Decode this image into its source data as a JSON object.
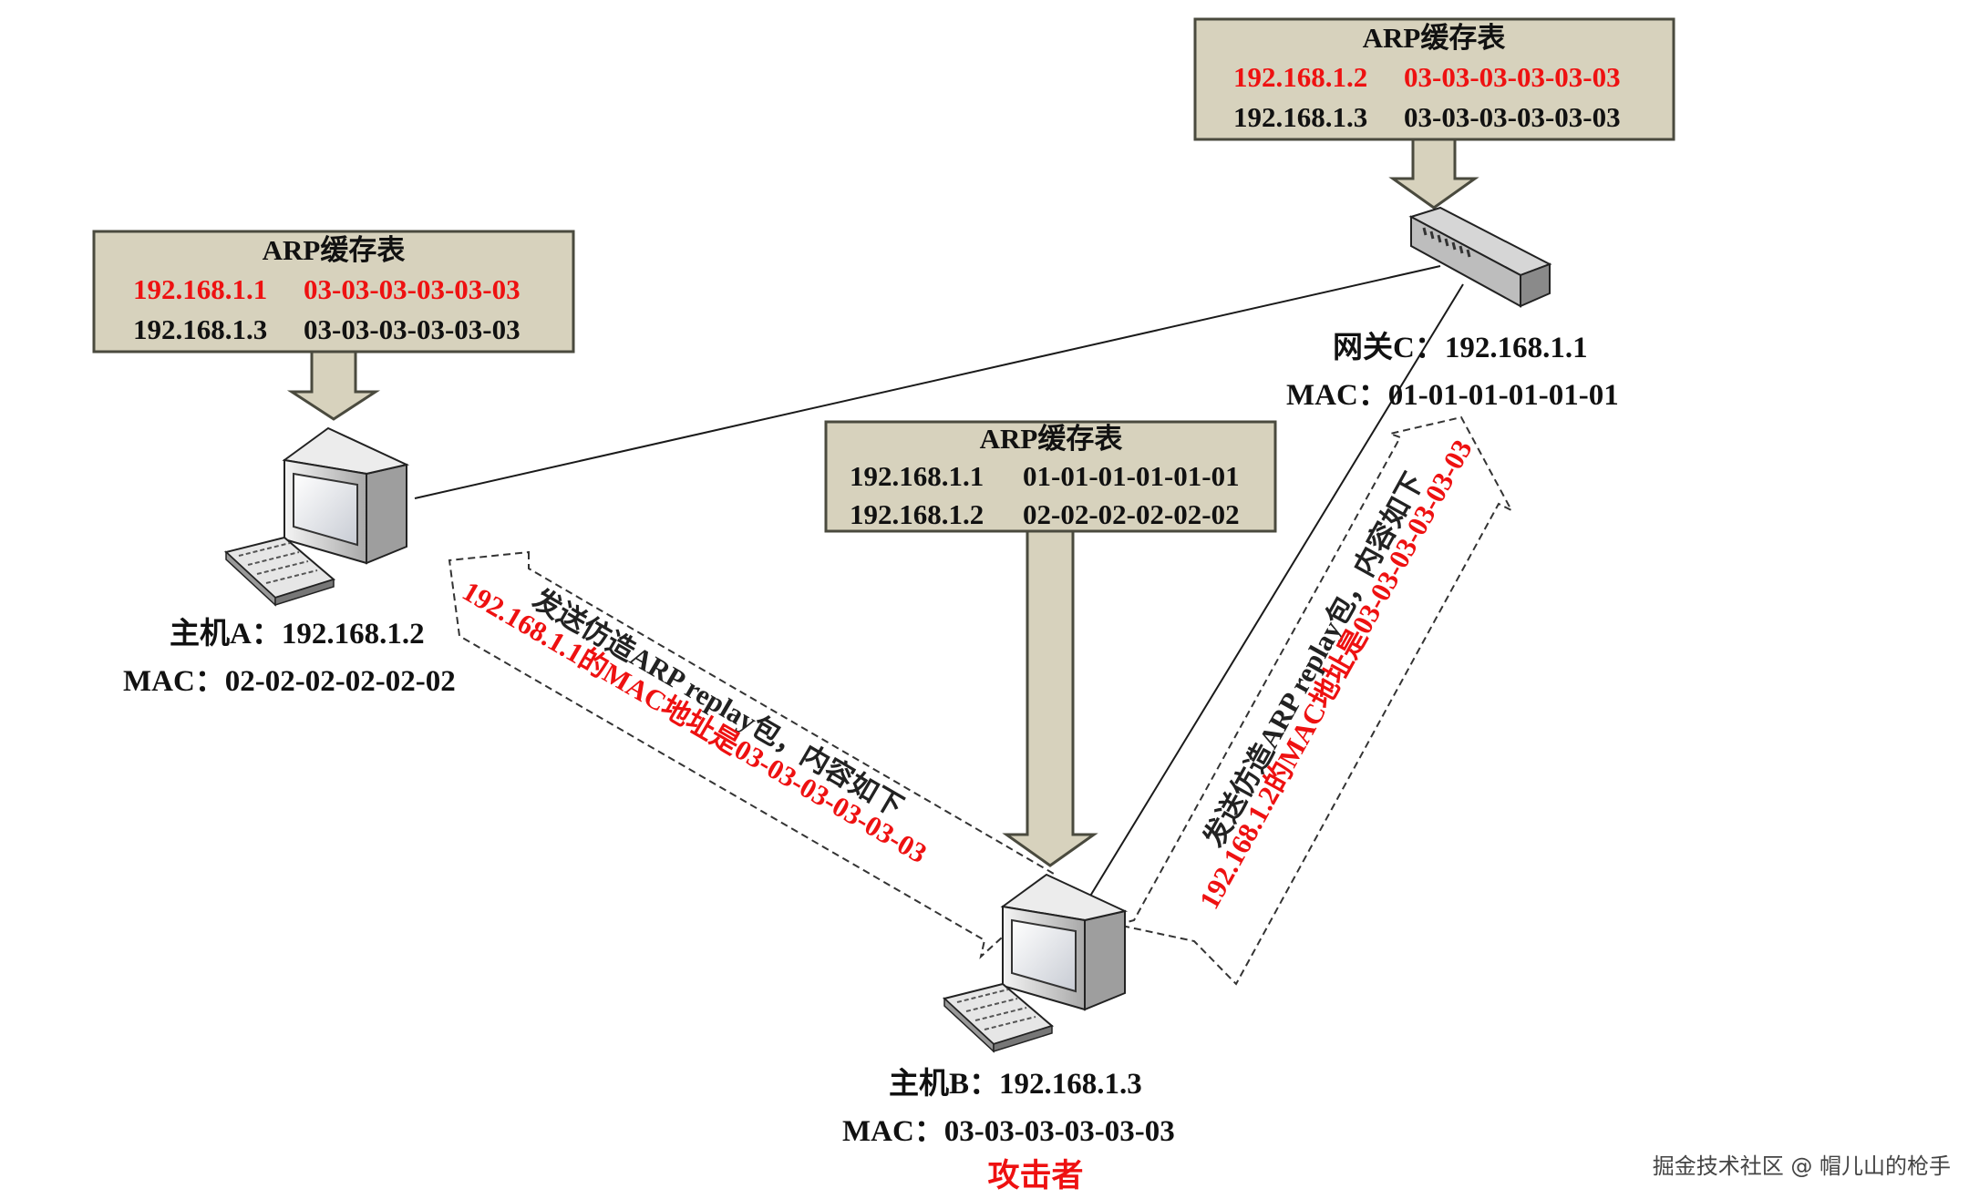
{
  "caches": {
    "host_a": {
      "title": "ARP缓存表",
      "rows": [
        {
          "ip": "192.168.1.1",
          "mac": "03-03-03-03-03-03",
          "highlight": true
        },
        {
          "ip": "192.168.1.3",
          "mac": "03-03-03-03-03-03",
          "highlight": false
        }
      ]
    },
    "gateway": {
      "title": "ARP缓存表",
      "rows": [
        {
          "ip": "192.168.1.2",
          "mac": "03-03-03-03-03-03",
          "highlight": true
        },
        {
          "ip": "192.168.1.3",
          "mac": "03-03-03-03-03-03",
          "highlight": false
        }
      ]
    },
    "host_b": {
      "title": "ARP缓存表",
      "rows": [
        {
          "ip": "192.168.1.1",
          "mac": "01-01-01-01-01-01",
          "highlight": false
        },
        {
          "ip": "192.168.1.2",
          "mac": "02-02-02-02-02-02",
          "highlight": false
        }
      ]
    }
  },
  "nodes": {
    "host_a": {
      "line1": "主机A：192.168.1.2",
      "line2": "MAC：02-02-02-02-02-02"
    },
    "gateway": {
      "line1": "网关C：192.168.1.1",
      "line2": "MAC：01-01-01-01-01-01"
    },
    "host_b": {
      "line1": "主机B：192.168.1.3",
      "line2": "MAC：03-03-03-03-03-03",
      "role": "攻击者"
    }
  },
  "spoof_packets": {
    "to_host_a": {
      "line1": "发送仿造ARP replay包，内容如下",
      "line2": "192.168.1.1的MAC地址是03-03-03-03-03-03"
    },
    "to_gateway": {
      "line1": "发送仿造ARP replay包，内容如下",
      "line2": "192.168.1.2的MAC地址是03-03-03-03-03-03"
    }
  },
  "watermark": "掘金技术社区 @ 帽儿山的枪手",
  "colors": {
    "cache_fill": "#d7d2bd",
    "cache_border": "#4a4a3e",
    "highlight": "#ee1111",
    "text": "#111111"
  }
}
